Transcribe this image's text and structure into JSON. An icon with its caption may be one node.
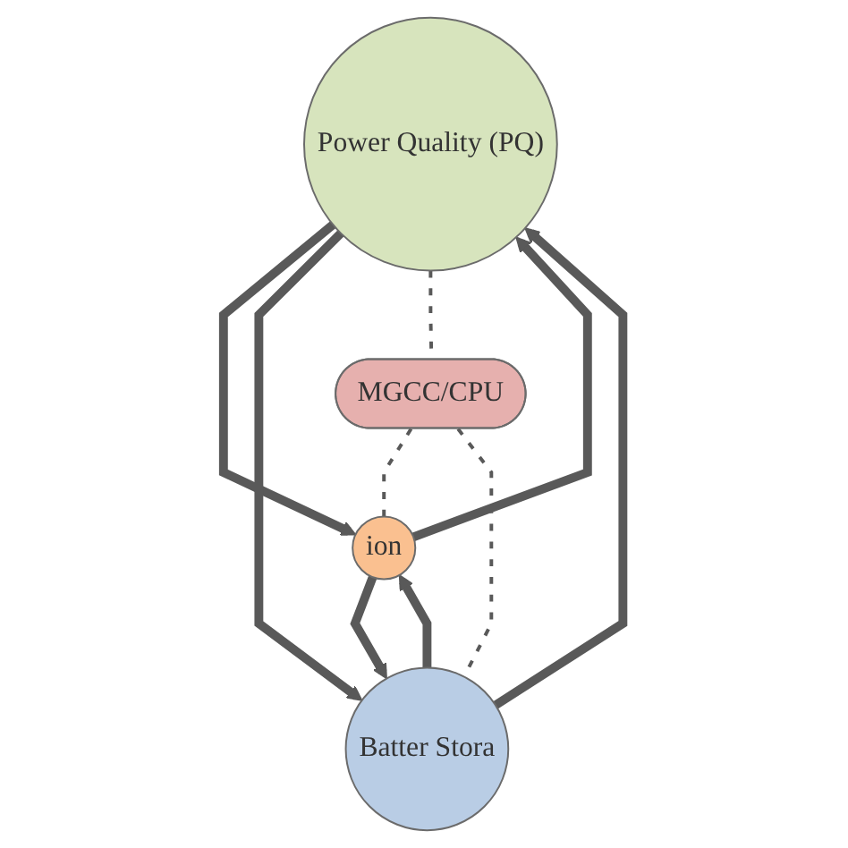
{
  "diagram": {
    "nodes": [
      {
        "text": [
          "Power Quality (PQ)"
        ]
      },
      {
        "text": [
          "MGCC/CPU"
        ]
      },
      {
        "text": [
          "ion"
        ]
      },
      {
        "text": [
          "Batter Stora"
        ]
      }
    ],
    "edges": [
      {
        "from": 0,
        "to": 2,
        "arrow": "to"
      },
      {
        "from": 2,
        "to": 0,
        "arrow": "to"
      },
      {
        "from": 3,
        "to": 0,
        "arrow": "to"
      },
      {
        "from": 0,
        "to": 3,
        "arrow": "to"
      },
      {
        "from": 3,
        "to": 2,
        "arrow": "to"
      },
      {
        "from": 2,
        "to": 3,
        "arrow": "to"
      },
      {
        "from": 0,
        "to": 1,
        "arrow": "none",
        "style": "dashed"
      },
      {
        "from": 1,
        "to": 2,
        "arrow": "none",
        "style": "dashed"
      },
      {
        "from": 1,
        "to": 3,
        "arrow": "none",
        "style": "dashed"
      }
    ]
  }
}
